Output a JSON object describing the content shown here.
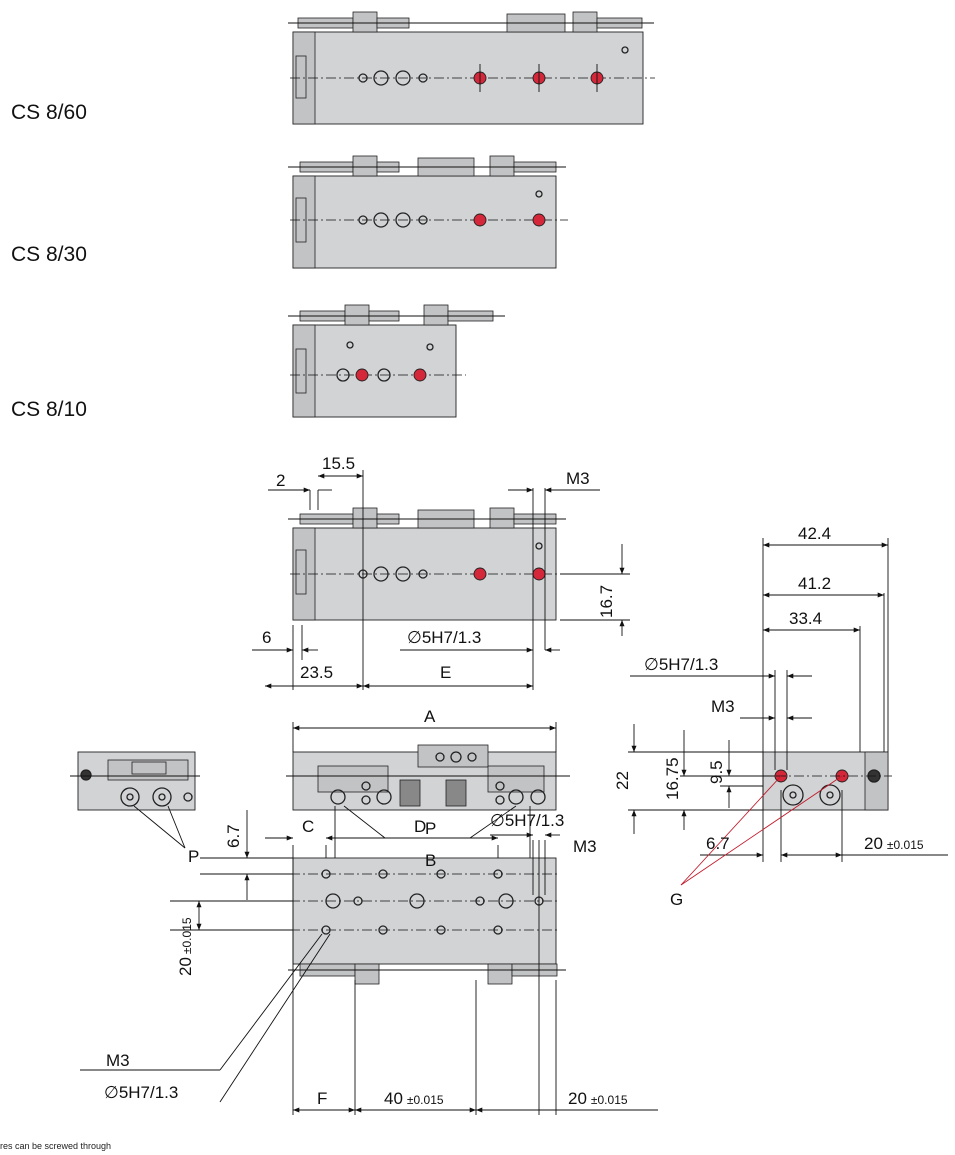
{
  "variants": [
    {
      "label": "CS 8/60"
    },
    {
      "label": "CS 8/30"
    },
    {
      "label": "CS 8/10"
    }
  ],
  "dimensions": {
    "d2": "2",
    "d15_5": "15.5",
    "m3_top": "M3",
    "d16_7": "16.7",
    "d6": "6",
    "d23_5": "23.5",
    "bore_mid": "5H7/1.3",
    "e": "E",
    "a": "A",
    "b": "B",
    "p_center": "P",
    "p_left": "P",
    "d42_4": "42.4",
    "d41_2": "41.2",
    "d33_4": "33.4",
    "bore_right": "5H7/1.3",
    "m3_right": "M3",
    "d22": "22",
    "d16_75": "16.75",
    "d9_5": "9.5",
    "d6_7_right": "6.7",
    "d20_right": "20",
    "tol_right": "±0.015",
    "g": "G",
    "bore_bottom": "5H7/1.3",
    "m3_bottom_right": "M3",
    "c": "C",
    "d": "D",
    "d6_7_bottom": "6.7",
    "d20_left": "20",
    "tol_left": "±0.015",
    "m3_bottom_left": "M3",
    "bore_bottom_left": "5H7/1.3",
    "f": "F",
    "d40": "40",
    "tol_40": "±0.015",
    "d20_bottom": "20",
    "tol_20_bottom": "±0.015"
  },
  "diameter_symbol": "∅",
  "footnote": "res can be screwed through",
  "colors": {
    "highlight": "#d4283a",
    "body": "#d2d3d5",
    "leader": "#c21a2a"
  }
}
